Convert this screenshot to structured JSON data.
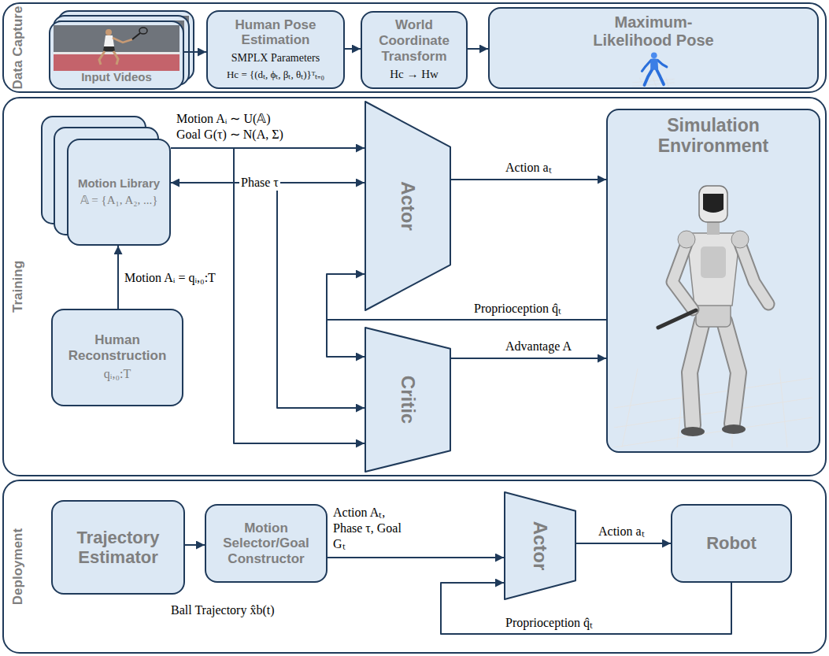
{
  "diagram": {
    "nodes": [
      {
        "text": [
          "Data Capture"
        ]
      },
      {
        "text": [
          "Input Videos"
        ],
        "in": 0
      },
      {
        "text": [
          "Human Pose Estimation",
          "SMPLX Parameters",
          "Hc = {(dₜ, ϕₜ, βₜ, θₜ)}ᵀₜ₌₀"
        ],
        "in": 0
      },
      {
        "text": [
          "World Coordinate Transform",
          "Hc → Hw"
        ],
        "in": 0
      },
      {
        "text": [
          "Maximum-Likelihood Pose"
        ],
        "in": 0
      },
      {
        "text": [
          "Training"
        ]
      },
      {
        "text": [
          "Motion Library",
          "𝔸 = {A₁, A₂, ...}"
        ],
        "in": 5
      },
      {
        "text": [
          "Human Reconstruction",
          "qᵢ,₀:T"
        ],
        "in": 5
      },
      {
        "text": [
          "Actor"
        ],
        "in": 5
      },
      {
        "text": [
          "Critic"
        ],
        "in": 5
      },
      {
        "text": [
          "Simulation Environment"
        ],
        "in": 5
      },
      {
        "text": [
          "Deployment"
        ]
      },
      {
        "text": [
          "Trajectory Estimator"
        ],
        "in": 11
      },
      {
        "text": [
          "Motion Selector/Goal Constructor"
        ],
        "in": 11
      },
      {
        "text": [
          "Actor"
        ],
        "in": 11
      },
      {
        "text": [
          "Robot"
        ],
        "in": 11
      }
    ],
    "edges": [
      {
        "from": 1,
        "to": 2,
        "arrow": "to"
      },
      {
        "from": 2,
        "to": 3,
        "arrow": "to"
      },
      {
        "from": 3,
        "to": 4,
        "arrow": "to"
      },
      {
        "from": 7,
        "to": 6,
        "arrow": "to",
        "label": "Motion Aᵢ = qᵢ,₀:T"
      },
      {
        "from": 6,
        "to": 8,
        "arrow": "to",
        "label": "Motion Aᵢ ∼ U(𝔸) Goal G(τ) ∼ N(A, Σ)"
      },
      {
        "from": 6,
        "to": 8,
        "arrow": "both",
        "label": "Phase τ"
      },
      {
        "from": 6,
        "to": 9,
        "arrow": "to"
      },
      {
        "from": 6,
        "to": 9,
        "arrow": "to"
      },
      {
        "from": 10,
        "to": 8,
        "arrow": "to",
        "label": "Proprioception q̂ₜ"
      },
      {
        "from": 10,
        "to": 9,
        "arrow": "to"
      },
      {
        "from": 8,
        "to": 10,
        "arrow": "to",
        "label": "Action aₜ"
      },
      {
        "from": 9,
        "to": 10,
        "arrow": "to",
        "label": "Advantage A"
      },
      {
        "from": 12,
        "to": 13,
        "arrow": "to"
      },
      {
        "from": 13,
        "to": 14,
        "arrow": "to",
        "label": "Action Aₜ, Phase τ, Goal Gₜ"
      },
      {
        "from": 14,
        "to": 15,
        "arrow": "to",
        "label": "Action aₜ"
      },
      {
        "from": 15,
        "to": 14,
        "arrow": "to",
        "label": "Proprioception q̂ₜ"
      }
    ],
    "labels": [
      "Ball Trajectory x̂b(t)"
    ]
  }
}
